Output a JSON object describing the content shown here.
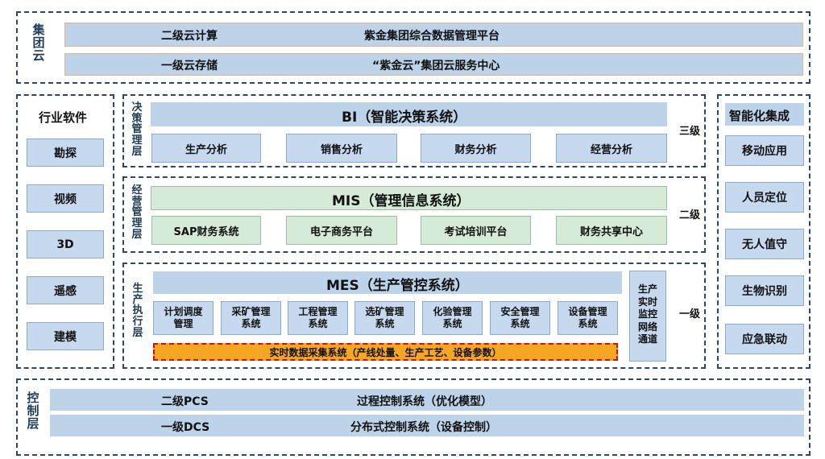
{
  "group_cloud": {
    "label": "集团云",
    "row1": {
      "left": "二级云计算",
      "center": "紫金集团综合数据管理平台"
    },
    "row2": {
      "left": "一级云存储",
      "center": "“紫金云”集团云服务中心"
    }
  },
  "industry_software": {
    "title": "行业软件",
    "items": [
      "勘探",
      "视频",
      "3D",
      "遥感",
      "建模"
    ]
  },
  "intelligent_integration": {
    "title": "智能化集成",
    "items": [
      "移动应用",
      "人员定位",
      "无人值守",
      "生物识别",
      "应急联动"
    ]
  },
  "decision_layer": {
    "label": "决策管理层",
    "title": "BI（智能决策系统）",
    "items": [
      "生产分析",
      "销售分析",
      "财务分析",
      "经营分析"
    ],
    "level": "三级"
  },
  "operation_layer": {
    "label": "经营管理层",
    "title": "MIS（管理信息系统）",
    "items": [
      "SAP财务系统",
      "电子商务平台",
      "考试培训平台",
      "财务共享中心"
    ],
    "level": "二级"
  },
  "production_layer": {
    "label": "生产执行层",
    "title": "MES（生产管控系统）",
    "modules": [
      "计划调度\n管理",
      "采矿管理\n系统",
      "工程管理\n系统",
      "选矿管理\n系统",
      "化验管理\n系统",
      "安全管理\n系统",
      "设备管理\n系统"
    ],
    "data_bar": "实时数据采集系统（产线处量、生产工艺、设备参数）",
    "monitor": "生产实时监控网络通道",
    "level": "一级"
  },
  "control_layer": {
    "label": "控制层",
    "row1": {
      "left": "二级PCS",
      "center": "过程控制系统（优化模型）"
    },
    "row2": {
      "left": "一级DCS",
      "center": "分布式控制系统（设备控制）"
    }
  }
}
